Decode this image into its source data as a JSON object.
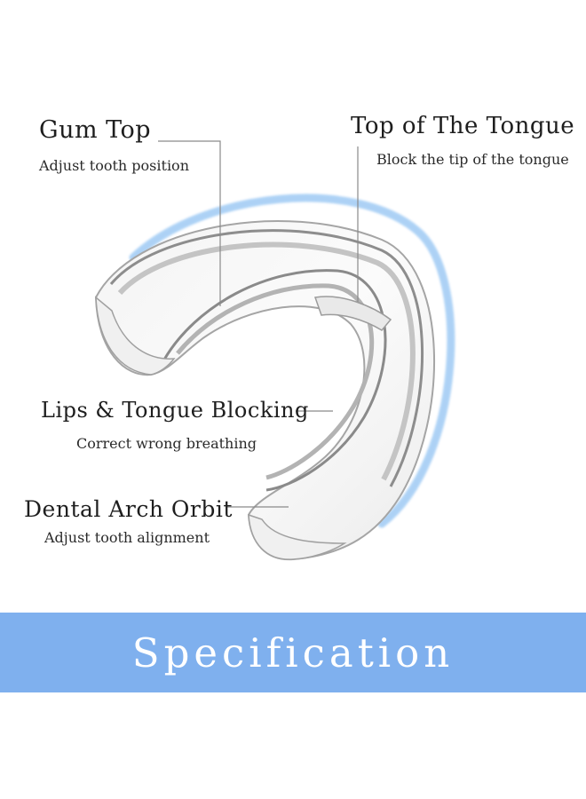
{
  "callouts": {
    "gum_top": {
      "title": "Gum Top",
      "subtitle": "Adjust tooth position"
    },
    "tongue_top": {
      "title": "Top of The Tongue",
      "subtitle": "Block the tip of the tongue"
    },
    "lips_tongue": {
      "title": "Lips & Tongue Blocking",
      "subtitle": "Correct wrong breathing"
    },
    "dental_arch": {
      "title": "Dental Arch Orbit",
      "subtitle": "Adjust tooth alignment"
    }
  },
  "banner": {
    "label": "Specification"
  },
  "colors": {
    "banner": "#7fb0ee",
    "arc_glow": "#8fc2f2",
    "tray_outline": "#9b9b9b",
    "leader_line": "#8a8a8a"
  },
  "icons": [
    "dental-tray-illustration"
  ]
}
